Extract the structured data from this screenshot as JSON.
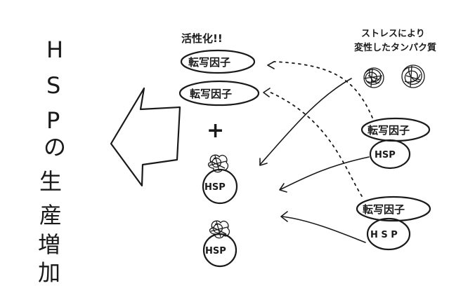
{
  "left_text": [
    "H",
    "S",
    "P",
    "の",
    "生",
    "産",
    "増",
    "加"
  ],
  "activation_label": "活性化!!",
  "tf_label": "転写因子",
  "hsp_label": "HSP",
  "hsp_spaced_label": "H S P",
  "plus_label": "+",
  "stress_line1": "ストレスにより",
  "stress_line2": "変性したタンパク質",
  "colors": {
    "ink": "#1a1a1a",
    "background": "#ffffff"
  }
}
